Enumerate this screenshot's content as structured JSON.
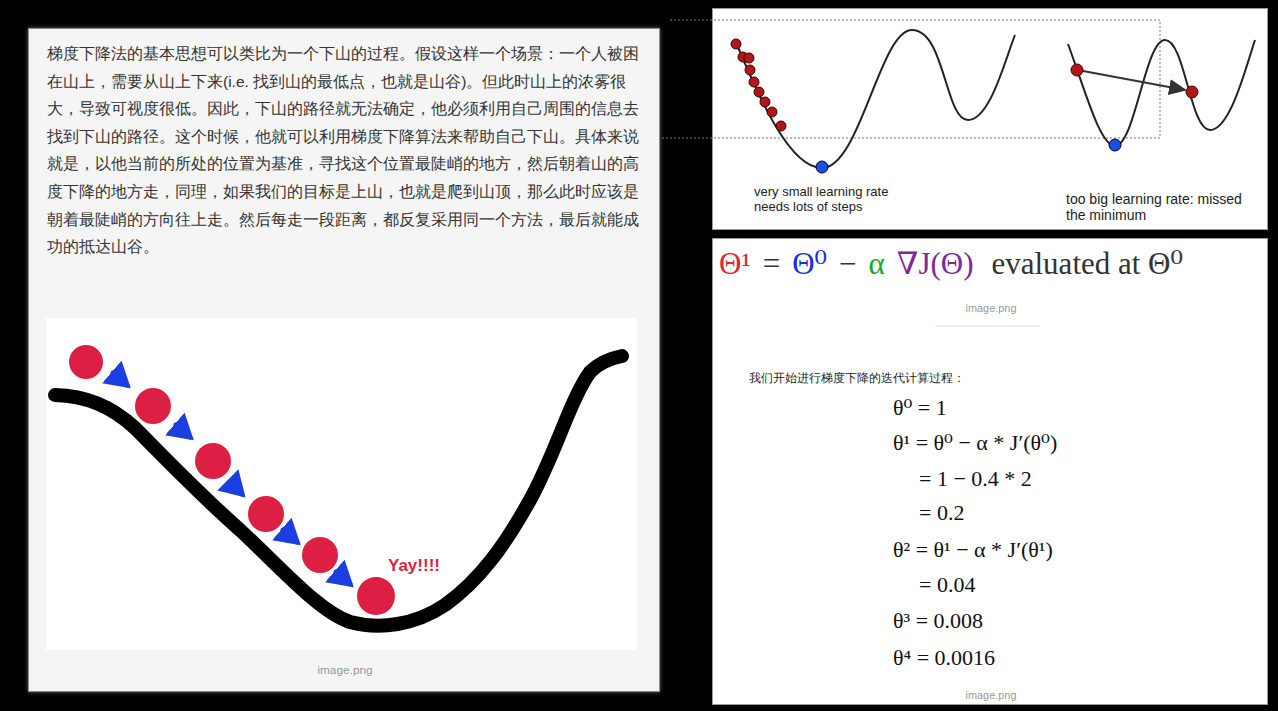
{
  "diagram": {
    "nodes": [
      {
        "text": [
          "梯度下降法的基本思想可以类比为一个下山的过程。假设这样一个场景：一个人被困在山上，需要从山上下来(i.e. 找到山的最低点，也就是山谷)。但此时山上的浓雾很大，导致可视度很低。因此，下山的路径就无法确定，他必须利用自己周围的信息去找到下山的路径。这个时候，他就可以利用梯度下降算法来帮助自己下山。具体来说就是，以他当前的所处的位置为基准，寻找这个位置最陡峭的地方，然后朝着山的高度下降的地方走，同理，如果我们的目标是上山，也就是爬到山顶，那么此时应该是朝着最陡峭的方向往上走。然后每走一段距离，都反复采用同一个方法，最后就能成功的抵达山谷。",
          "image.png"
        ]
      },
      {
        "text": [
          "very small learning rate needs lots of steps",
          "too big learning rate: missed the minimum"
        ]
      },
      {
        "text": [
          "Θ¹",
          "=",
          "Θ⁰",
          "−",
          "α",
          "∇J(Θ)",
          "evaluated at Θ⁰",
          "image.png",
          "我们开始进行梯度下降的迭代计算过程：",
          "θ⁰ = 1",
          "θ¹ = θ⁰ − α * J′(θ⁰)",
          "= 1 − 0.4 * 2",
          "= 0.2",
          "θ² = θ¹ − α * J′(θ¹)",
          "= 0.04",
          "θ³ = 0.008",
          "θ⁴ = 0.0016",
          "image.png"
        ]
      }
    ],
    "labels": [
      "Yay!!!!"
    ]
  }
}
